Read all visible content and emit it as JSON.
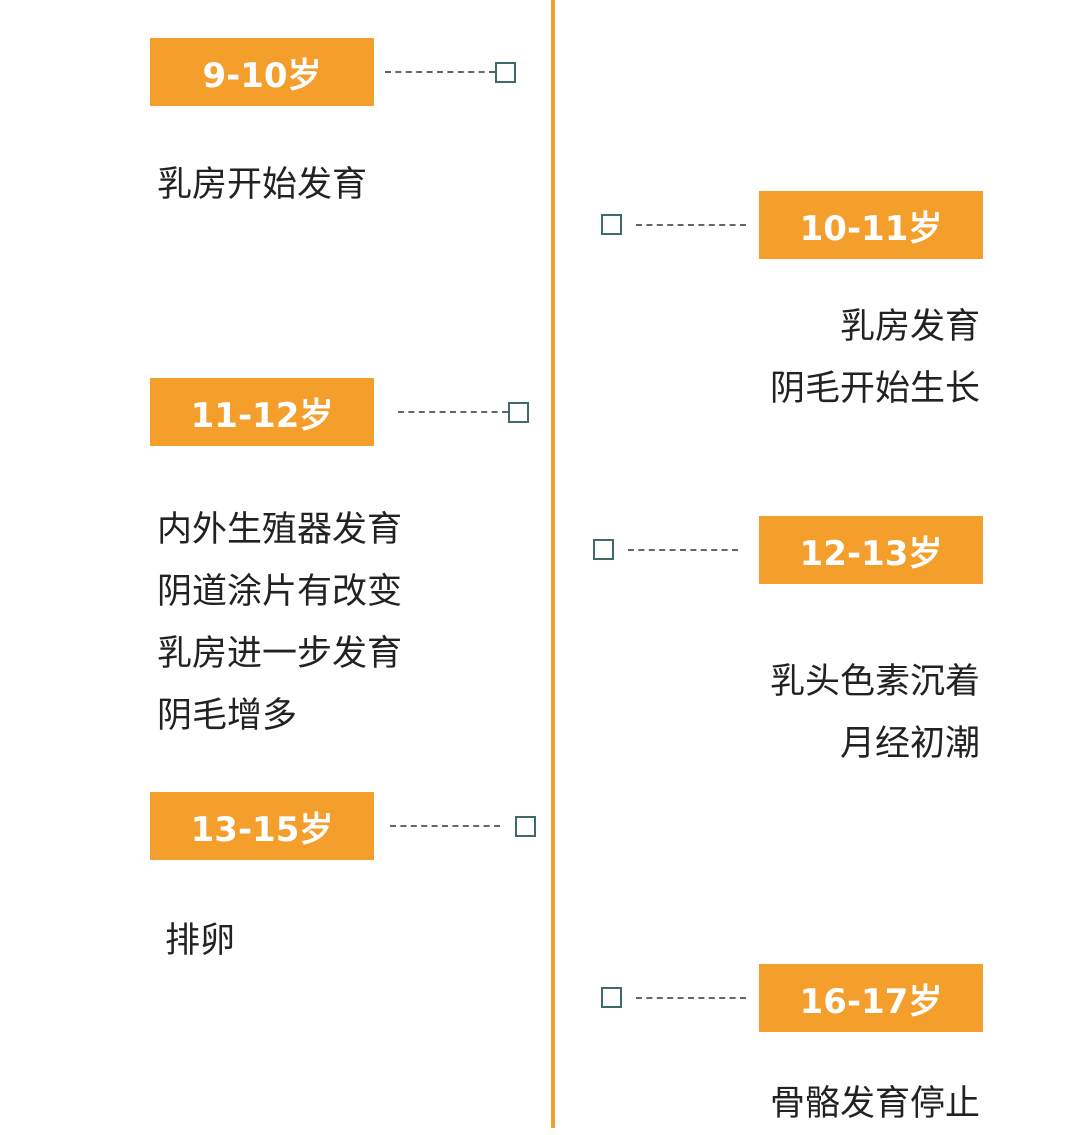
{
  "colors": {
    "accent": "#F49E2C",
    "axis": "#F0A030",
    "marker": "#3F6A6A",
    "text": "#222222"
  },
  "stages": [
    {
      "age": "9-10岁",
      "side": "left",
      "items": [
        "乳房开始发育"
      ]
    },
    {
      "age": "10-11岁",
      "side": "right",
      "items": [
        "乳房发育",
        "阴毛开始生长"
      ]
    },
    {
      "age": "11-12岁",
      "side": "left",
      "items": [
        "内外生殖器发育",
        "阴道涂片有改变",
        "乳房进一步发育",
        "阴毛增多"
      ]
    },
    {
      "age": "12-13岁",
      "side": "right",
      "items": [
        "乳头色素沉着",
        "月经初潮"
      ]
    },
    {
      "age": "13-15岁",
      "side": "left",
      "items": [
        "排卵"
      ]
    },
    {
      "age": "16-17岁",
      "side": "right",
      "items": [
        "骨骼发育停止"
      ]
    }
  ]
}
